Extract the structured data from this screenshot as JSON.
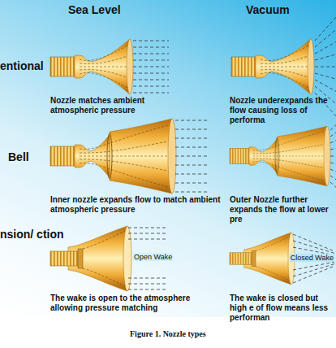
{
  "diagram": {
    "caption": "Figure 1.  Nozzle types",
    "labels": [
      "Sea Level",
      "Vacuum",
      "entional",
      "Nozzle matches ambient atmospheric pressure",
      "Nozzle underexpands the flow causing loss of performa",
      "Bell",
      "Inner nozzle expands flow to match ambient atmospheric pressure",
      "Outer Nozzle further expands the flow at lower pre",
      "nsion/ ction",
      "Open Wake",
      "The wake is open to the atmosphere allowing pressure matching",
      "Closed Wake",
      "The wake is closed but high e of flow means less performan"
    ]
  }
}
